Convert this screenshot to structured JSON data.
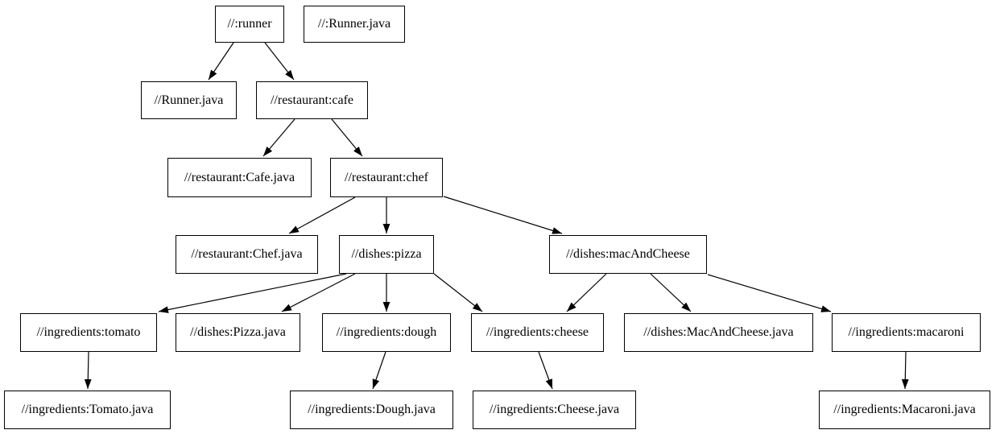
{
  "diagram": {
    "type": "dependency-graph",
    "style": "graphviz-digraph",
    "background_color": "#ffffff",
    "node_fill_color": "#ffffff",
    "node_border_color": "#000000",
    "text_color": "#000000",
    "edge_color": "#000000",
    "nodes": {
      "runner": {
        "label": "//:runner"
      },
      "runner_java_top": {
        "label": "//:Runner.java"
      },
      "runner_java": {
        "label": "//Runner.java"
      },
      "cafe": {
        "label": "//restaurant:cafe"
      },
      "cafe_java": {
        "label": "//restaurant:Cafe.java"
      },
      "chef": {
        "label": "//restaurant:chef"
      },
      "chef_java": {
        "label": "//restaurant:Chef.java"
      },
      "pizza": {
        "label": "//dishes:pizza"
      },
      "mac_and_cheese": {
        "label": "//dishes:macAndCheese"
      },
      "tomato": {
        "label": "//ingredients:tomato"
      },
      "pizza_java": {
        "label": "//dishes:Pizza.java"
      },
      "dough": {
        "label": "//ingredients:dough"
      },
      "cheese": {
        "label": "//ingredients:cheese"
      },
      "mac_and_cheese_java": {
        "label": "//dishes:MacAndCheese.java"
      },
      "macaroni": {
        "label": "//ingredients:macaroni"
      },
      "tomato_java": {
        "label": "//ingredients:Tomato.java"
      },
      "dough_java": {
        "label": "//ingredients:Dough.java"
      },
      "cheese_java": {
        "label": "//ingredients:Cheese.java"
      },
      "macaroni_java": {
        "label": "//ingredients:Macaroni.java"
      }
    },
    "edges": [
      {
        "from": "//:runner",
        "to": "//Runner.java"
      },
      {
        "from": "//:runner",
        "to": "//restaurant:cafe"
      },
      {
        "from": "//restaurant:cafe",
        "to": "//restaurant:Cafe.java"
      },
      {
        "from": "//restaurant:cafe",
        "to": "//restaurant:chef"
      },
      {
        "from": "//restaurant:chef",
        "to": "//restaurant:Chef.java"
      },
      {
        "from": "//restaurant:chef",
        "to": "//dishes:pizza"
      },
      {
        "from": "//restaurant:chef",
        "to": "//dishes:macAndCheese"
      },
      {
        "from": "//dishes:pizza",
        "to": "//ingredients:tomato"
      },
      {
        "from": "//dishes:pizza",
        "to": "//dishes:Pizza.java"
      },
      {
        "from": "//dishes:pizza",
        "to": "//ingredients:dough"
      },
      {
        "from": "//dishes:pizza",
        "to": "//ingredients:cheese"
      },
      {
        "from": "//dishes:macAndCheese",
        "to": "//ingredients:cheese"
      },
      {
        "from": "//dishes:macAndCheese",
        "to": "//dishes:MacAndCheese.java"
      },
      {
        "from": "//dishes:macAndCheese",
        "to": "//ingredients:macaroni"
      },
      {
        "from": "//ingredients:tomato",
        "to": "//ingredients:Tomato.java"
      },
      {
        "from": "//ingredients:dough",
        "to": "//ingredients:Dough.java"
      },
      {
        "from": "//ingredients:cheese",
        "to": "//ingredients:Cheese.java"
      },
      {
        "from": "//ingredients:macaroni",
        "to": "//ingredients:Macaroni.java"
      }
    ],
    "isolated_nodes": [
      "//:Runner.java"
    ]
  }
}
